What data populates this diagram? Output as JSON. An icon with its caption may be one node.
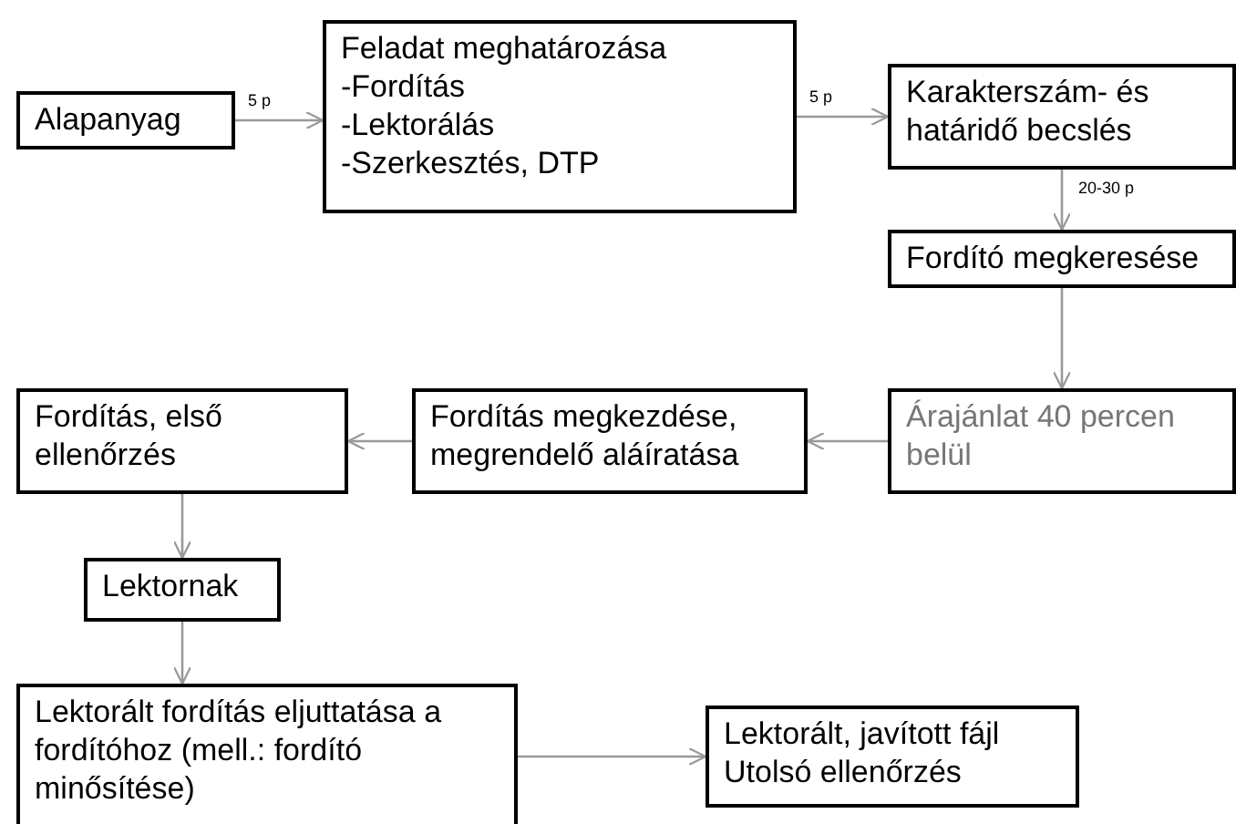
{
  "diagram": {
    "nodes": [
      {
        "text": [
          "Alapanyag"
        ]
      },
      {
        "text": [
          "Feladat meghatározása",
          "-Fordítás",
          "-Lektorálás",
          "-Szerkesztés, DTP"
        ]
      },
      {
        "text": [
          "Karakterszám- és határidő becslés"
        ]
      },
      {
        "text": [
          "Fordító megkeresése"
        ]
      },
      {
        "text": [
          "Árajánlat 40 percen belül"
        ]
      },
      {
        "text": [
          "Fordítás megkezdése, megrendelő aláíratása"
        ]
      },
      {
        "text": [
          "Fordítás, első ellenőrzés"
        ]
      },
      {
        "text": [
          "Lektornak"
        ]
      },
      {
        "text": [
          "Lektorált fordítás eljuttatása a fordítóhoz (mell.: fordító minősítése)"
        ]
      },
      {
        "text": [
          "Lektorált, javított fájl Utolsó ellenőrzés"
        ]
      }
    ],
    "edges": [
      {
        "from": 0,
        "to": 1,
        "arrow": "to",
        "label": "5 p"
      },
      {
        "from": 1,
        "to": 2,
        "arrow": "to",
        "label": "5 p"
      },
      {
        "from": 2,
        "to": 3,
        "arrow": "to",
        "label": "20-30 p"
      },
      {
        "from": 3,
        "to": 4,
        "arrow": "to"
      },
      {
        "from": 4,
        "to": 5,
        "arrow": "to"
      },
      {
        "from": 5,
        "to": 6,
        "arrow": "to"
      },
      {
        "from": 6,
        "to": 7,
        "arrow": "to"
      },
      {
        "from": 7,
        "to": 8,
        "arrow": "to"
      },
      {
        "from": 8,
        "to": 9,
        "arrow": "to"
      }
    ]
  }
}
